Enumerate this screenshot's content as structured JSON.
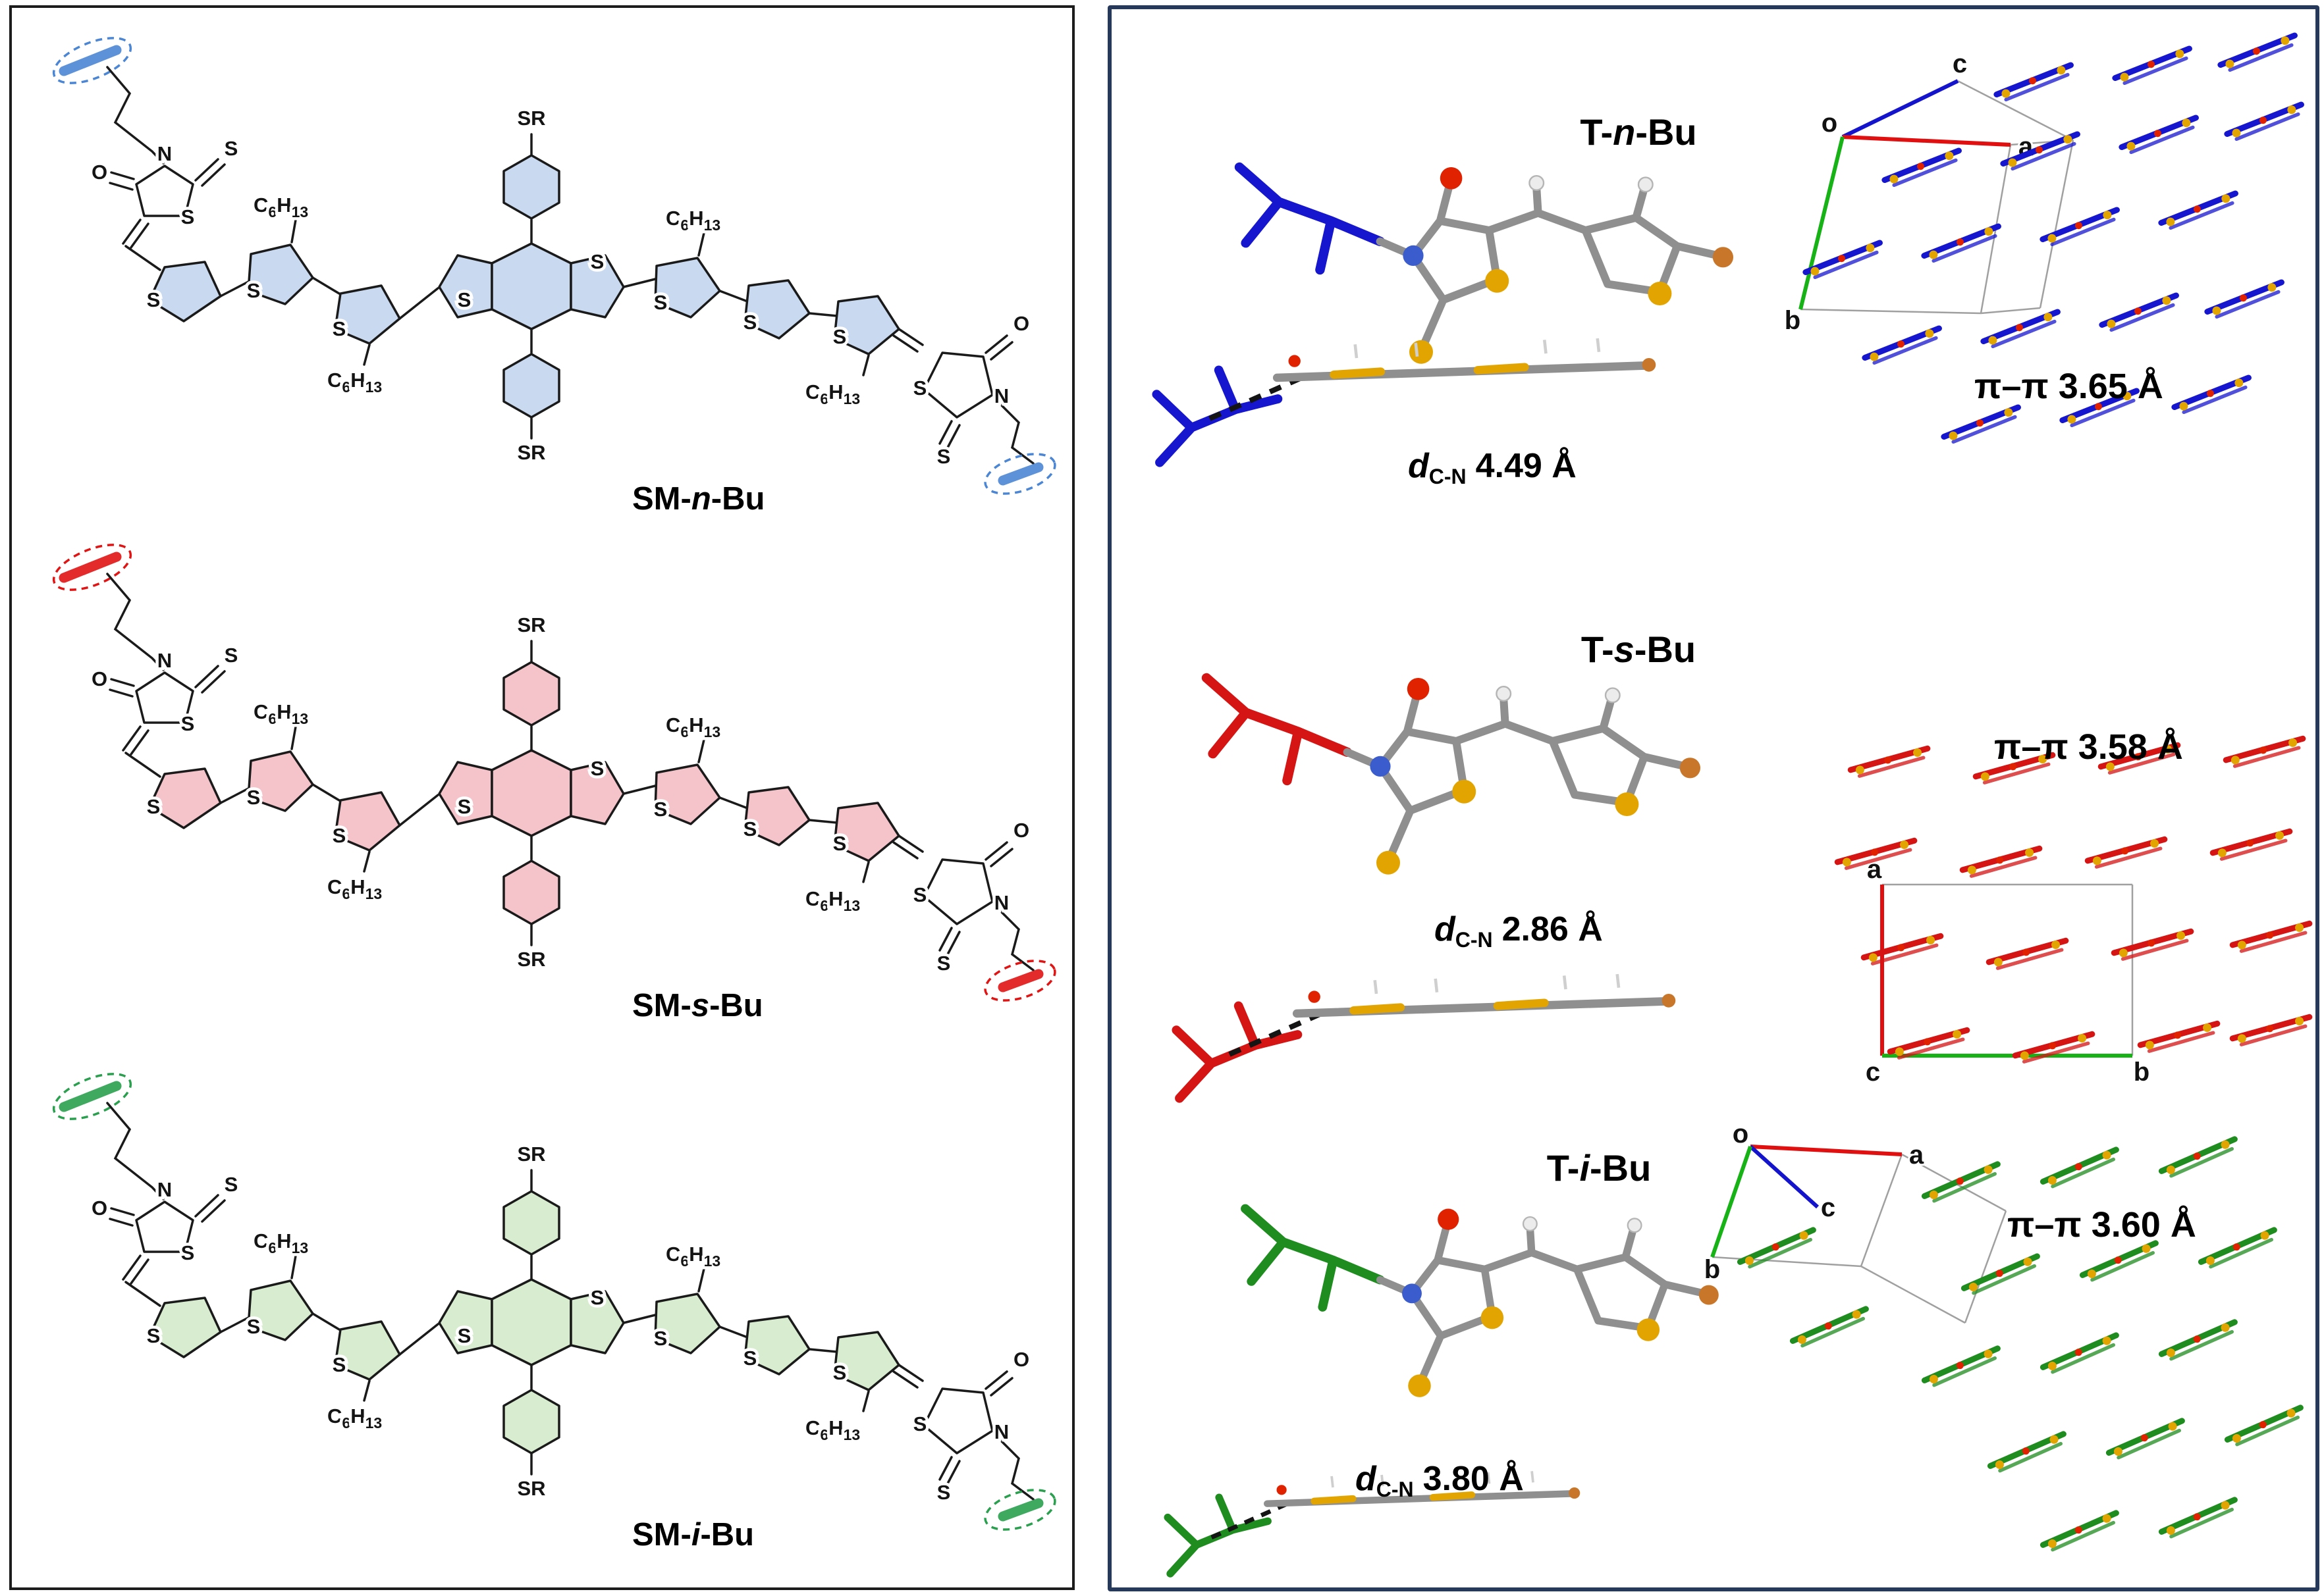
{
  "colors": {
    "left_border": "#1c1c1c",
    "right_border": "#27395a",
    "bond": "#1a1a1a",
    "blue_hl": "#c8d9f0",
    "blue_ac": "#4b86d5",
    "blue_stick": "#1616cf",
    "pink_hl": "#f5c4cb",
    "pink_ac": "#e11414",
    "red_stick": "#d51414",
    "green_hl": "#d8edcf",
    "green_ac": "#2aa04f",
    "green_stick": "#1e8c1e",
    "sulfur": "#e2a400",
    "oxygen": "#e02200",
    "nitrogen": "#3a5ccc",
    "carbon_gray": "#8f8f8f",
    "halogen": "#c8762a",
    "cell_red": "#e01010",
    "cell_green": "#16b216",
    "cell_blue": "#1414cc"
  },
  "atoms": {
    "s": "S",
    "n": "N",
    "o": "O",
    "sr": "SR"
  },
  "formula": {
    "c": "C",
    "n6": "6",
    "h": "H",
    "n13": "13"
  },
  "molecules": [
    {
      "name_pre": "SM-",
      "name_it": "n",
      "name_post": "-Bu"
    },
    {
      "name_pre": "SM-",
      "name_it": "s",
      "name_post": "-Bu"
    },
    {
      "name_pre": "SM-",
      "name_it": "i",
      "name_post": "-Bu"
    }
  ],
  "crystals": [
    {
      "title_pre": "T-",
      "title_it": "n",
      "title_post": "-Bu",
      "pi_pi": "π–π 3.65 Å",
      "d_symbol": "d",
      "d_sub": "C-N",
      "d_value": "4.49 Å",
      "axes": {
        "o": "o",
        "a": "a",
        "b": "b",
        "c": "c"
      }
    },
    {
      "title_pre": "T-",
      "title_it": "s",
      "title_post": "-Bu",
      "pi_pi": "π–π 3.58 Å",
      "d_symbol": "d",
      "d_sub": "C-N",
      "d_value": "2.86 Å",
      "axes": {
        "a": "a",
        "b": "b",
        "c": "c"
      }
    },
    {
      "title_pre": "T-",
      "title_it": "i",
      "title_post": "-Bu",
      "pi_pi": "π–π 3.60 Å",
      "d_symbol": "d",
      "d_sub": "C-N",
      "d_value": "3.80 Å",
      "axes": {
        "o": "o",
        "a": "a",
        "b": "b",
        "c": "c"
      }
    }
  ]
}
